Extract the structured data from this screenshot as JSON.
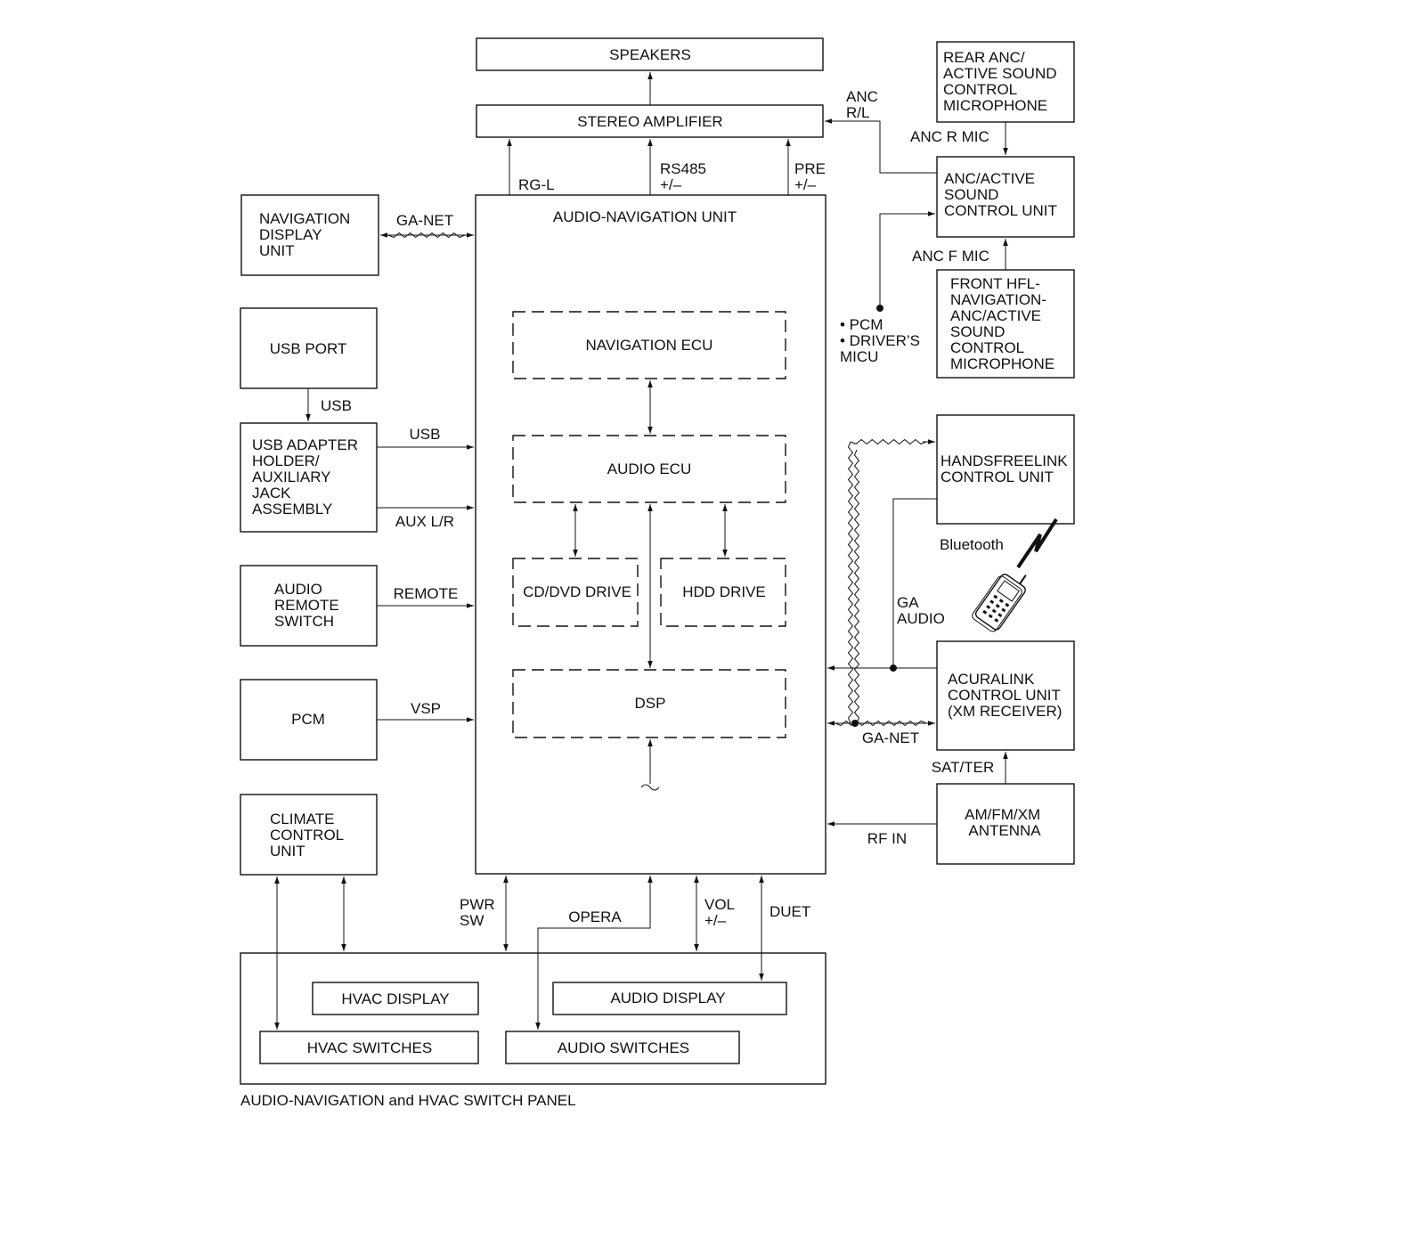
{
  "blocks": {
    "speakers": [
      "SPEAKERS"
    ],
    "stereo_amplifier": [
      "STEREO AMPLIFIER"
    ],
    "navigation_display_unit": [
      "NAVIGATION",
      "DISPLAY",
      "UNIT"
    ],
    "audio_navigation_unit": [
      "AUDIO-NAVIGATION UNIT"
    ],
    "navigation_ecu": [
      "NAVIGATION ECU"
    ],
    "audio_ecu": [
      "AUDIO ECU"
    ],
    "cd_dvd_drive": [
      "CD/DVD DRIVE"
    ],
    "hdd_drive": [
      "HDD DRIVE"
    ],
    "dsp": [
      "DSP"
    ],
    "usb_port": [
      "USB PORT"
    ],
    "usb_adapter": [
      "USB ADAPTER",
      "HOLDER/",
      "AUXILIARY",
      "JACK",
      "ASSEMBLY"
    ],
    "audio_remote_switch": [
      "AUDIO",
      "REMOTE",
      "SWITCH"
    ],
    "pcm": [
      "PCM"
    ],
    "climate_control_unit": [
      "CLIMATE",
      "CONTROL",
      "UNIT"
    ],
    "rear_anc_mic": [
      "REAR ANC/",
      "ACTIVE SOUND",
      "CONTROL",
      "MICROPHONE"
    ],
    "anc_control_unit": [
      "ANC/ACTIVE",
      "SOUND",
      "CONTROL UNIT"
    ],
    "front_hfl_mic": [
      "FRONT HFL-",
      "NAVIGATION-",
      "ANC/ACTIVE",
      "SOUND",
      "CONTROL",
      "MICROPHONE"
    ],
    "handsfreelink_unit": [
      "HANDSFREELINK",
      "CONTROL UNIT"
    ],
    "acuralink_unit": [
      "ACURALINK",
      "CONTROL UNIT",
      "(XM RECEIVER)"
    ],
    "antenna": [
      "AM/FM/XM",
      "ANTENNA"
    ],
    "hvac_display": [
      "HVAC DISPLAY"
    ],
    "audio_display": [
      "AUDIO DISPLAY"
    ],
    "hvac_switches": [
      "HVAC SWITCHES"
    ],
    "audio_switches": [
      "AUDIO SWITCHES"
    ]
  },
  "signals": {
    "anc_rl": [
      "ANC",
      "R/L"
    ],
    "anc_r_mic": [
      "ANC R MIC"
    ],
    "anc_f_mic": [
      "ANC F MIC"
    ],
    "rg_l": [
      "RG-L"
    ],
    "rs485": [
      "RS485",
      "+/–"
    ],
    "pre": [
      "PRE",
      "+/–"
    ],
    "ga_net_top": [
      "GA-NET"
    ],
    "usb_down": [
      "USB"
    ],
    "usb_right": [
      "USB"
    ],
    "aux_lr": [
      "AUX L/R"
    ],
    "remote": [
      "REMOTE"
    ],
    "vsp": [
      "VSP"
    ],
    "pcm_micu": [
      "• PCM",
      "• DRIVER’S",
      "MICU"
    ],
    "bluetooth": [
      "Bluetooth"
    ],
    "ga_audio": [
      "GA",
      "AUDIO"
    ],
    "ga_net_right": [
      "GA-NET"
    ],
    "sat_ter": [
      "SAT/TER"
    ],
    "rf_in": [
      "RF IN"
    ],
    "pwr_sw": [
      "PWR",
      "SW"
    ],
    "opera": [
      "OPERA"
    ],
    "vol": [
      "VOL",
      "+/–"
    ],
    "duet": [
      "DUET"
    ]
  },
  "panel_caption": [
    "AUDIO-NAVIGATION and HVAC SWITCH PANEL"
  ]
}
